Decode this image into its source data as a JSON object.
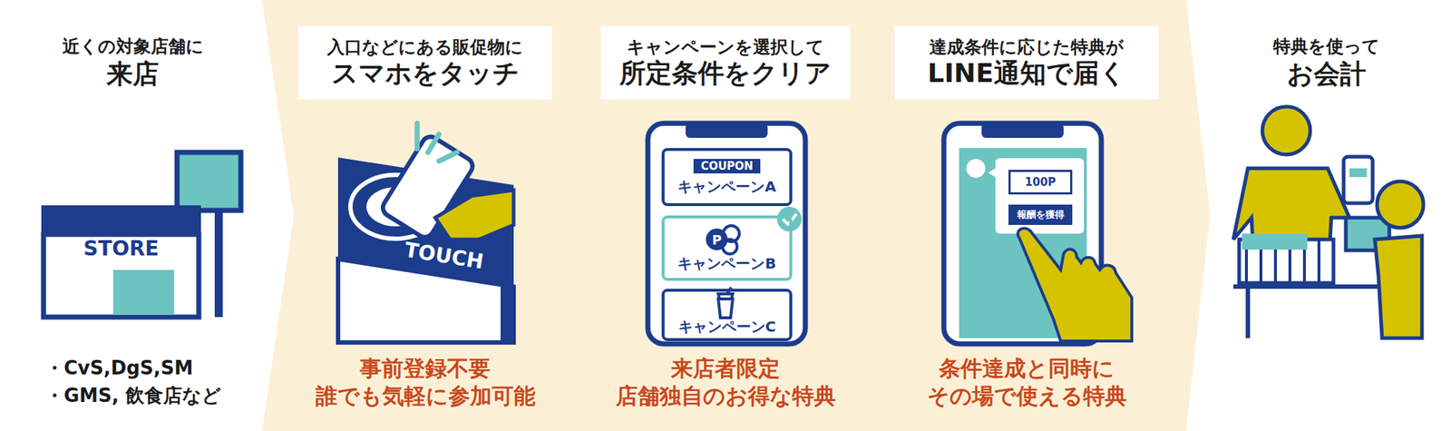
{
  "diagram": {
    "nodes": [
      {
        "text": [
          "入口などにある販促物に",
          "スマホをタッチ"
        ]
      },
      {
        "text": [
          "キャンペーンを選択して",
          "所定条件をクリア"
        ]
      },
      {
        "text": [
          "COUPON",
          "キャンペーンA"
        ]
      },
      {
        "text": [
          "キャンペーンB"
        ]
      },
      {
        "text": [
          "キャンペーンC"
        ]
      },
      {
        "text": [
          "達成条件に応じた特典が",
          "LINE通知で届く"
        ]
      },
      {
        "text": [
          "100P"
        ]
      },
      {
        "text": [
          "報酬を獲得"
        ]
      }
    ],
    "labels": [
      "近くの対象店舗に",
      "来店",
      "STORE",
      "・CvS,DgS,SM",
      "・GMS, 飲食店など",
      "TOUCH",
      "事前登録不要",
      "誰でも気軽に参加可能",
      "来店者限定",
      "店舗独自のお得な特典",
      "条件達成と同時に",
      "その場で使える特典",
      "特典を使って",
      "お会計"
    ]
  }
}
